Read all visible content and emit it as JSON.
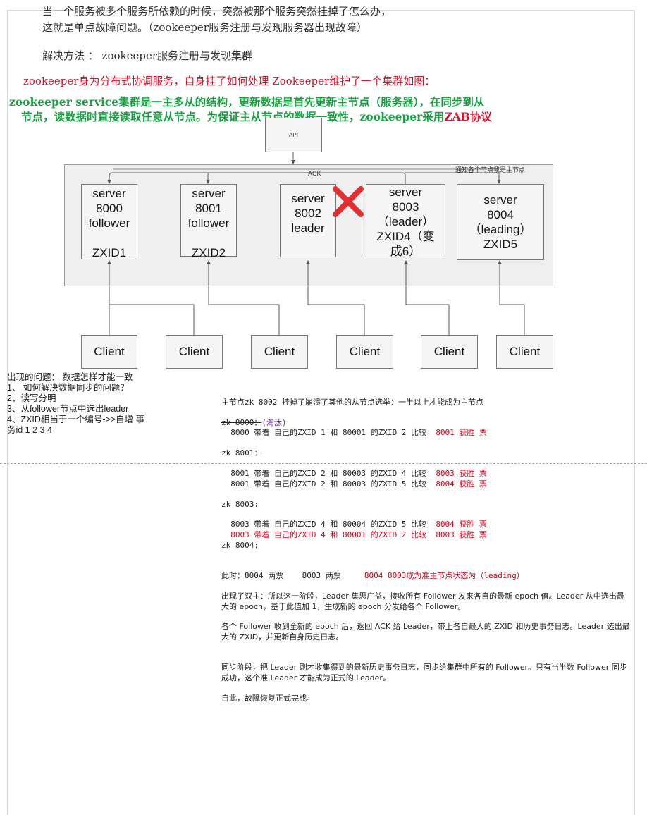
{
  "intro": {
    "line1": "当一个服务被多个服务所依赖的时候，突然被那个服务突然挂掉了怎么办，",
    "line2": "这就是单点故障问题。（zookeeper服务注册与发现服务器出现故障）",
    "line3": "解决方法 ： zookeeper服务注册与发现集群",
    "red_line": "zookeeper身为分布式协调服务，自身挂了如何处理 Zookeeper维护了一个集群如图：",
    "green_line1": "zookeeper service集群是一主多从的结构，更新数据是首先更新主节点（服务器），在同步到从",
    "green_line2": "节点，读数据时直接读取任意从节点。为保证主从节点的数据一致性，zookeeper采用",
    "green_zab": "ZAB协议"
  },
  "diagram": {
    "api_label": "API",
    "ack_label": "ACK",
    "notify_label": "通知各个节点我是主节点",
    "servers": [
      {
        "text": "server\n8000\nfollower\n\nZXID1"
      },
      {
        "text": "server\n8001\nfollower\n\nZXID2"
      },
      {
        "text": "server\n8002\nleader"
      },
      {
        "text": "server\n8003\n（leader）\nZXID4（变\n成6）"
      },
      {
        "text": "server\n8004\n（leading）\nZXID5"
      }
    ],
    "clients": [
      "Client",
      "Client",
      "Client",
      "Client",
      "Client",
      "Client"
    ]
  },
  "left_notes": {
    "title": "出现的问题： 数据怎样才能一致",
    "items": [
      "1、 如何解决数据同步的问题？",
      "2、读写分明",
      "3、从follower节点中选出leader",
      "4、ZXID相当于一个编号->>自增 事",
      "务id 1 2 3 4"
    ]
  },
  "right_notes": {
    "heading": "主节点zk 8002 挂掉了崩溃了其他的从节点选举：一半以上才能成为主节点",
    "zk8000": "zk 8000：",
    "zk8000_tag": "(淘汰)",
    "cmp1": "  8000 带着 自己的ZXID 1 和 80001 的ZXID 2 比较  ",
    "cmp1_result": "8001 获胜 票",
    "zk8001": "zk 8001：",
    "cmp2": "  8001 带着 自己的ZXID 2 和 80003 的ZXID 4 比较  ",
    "cmp2_result": "8003 获胜 票",
    "cmp3": "  8001 带着 自己的ZXID 2 和 80003 的ZXID 5 比较  ",
    "cmp3_result": "8004 获胜 票",
    "zk8003": "zk 8003:",
    "cmp4": "  8003 带着 自己的ZXID 4 和 80004 的ZXID 5 比较  ",
    "cmp4_result": "8004 获胜 票",
    "cmp5": "  8003 带着 自己的ZXID 4 和 80001 的ZXID 2 比较  ",
    "cmp5_result": "8003 获胜 票",
    "zk8004": "zk 8004:",
    "now": "此时：8004 两票    8003 两票     ",
    "now_result": "8004 8003成为准主节点状态为（leading）",
    "para1": "出现了双主：所以这一阶段，Leader 集思广益，接收所有 Follower 发来各自的最新 epoch 值。Leader 从中选出最大的 epoch，基于此值加 1，生成新的 epoch 分发给各个 Follower。",
    "para2": "各个 Follower 收到全新的 epoch 后，返回 ACK 给 Leader，带上各自最大的 ZXID 和历史事务日志。Leader 选出最大的 ZXID，并更新自身历史日志。",
    "para3": "同步阶段，把 Leader 刚才收集得到的最新历史事务日志，同步给集群中所有的 Follower。只有当半数 Follower 同步成功，这个准 Leader 才能成为正式的 Leader。",
    "para4": "自此，故障恢复正式完成。"
  },
  "colors": {
    "red": "#e0102a",
    "green": "#1aa043",
    "purple": "#6a1a9a"
  }
}
